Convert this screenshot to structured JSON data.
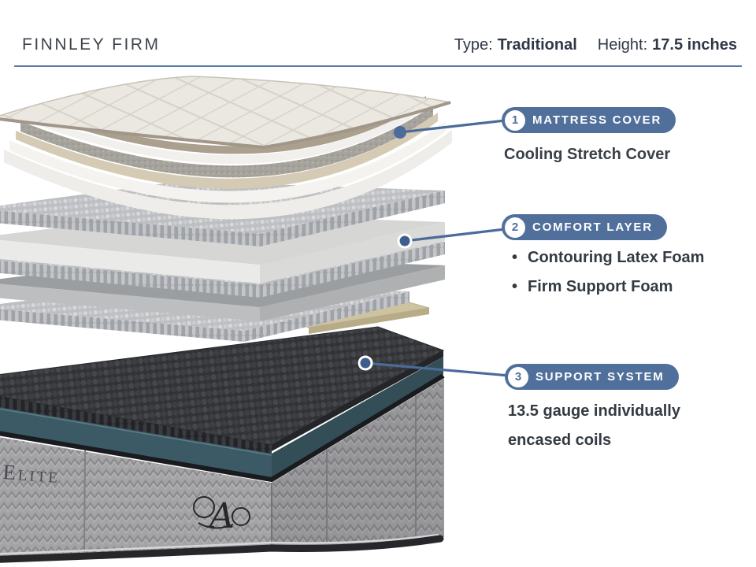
{
  "header": {
    "title": "FINNLEY FIRM",
    "specs": [
      {
        "label": "Type:",
        "value": "Traditional"
      },
      {
        "label": "Height:",
        "value": "17.5 inches"
      }
    ]
  },
  "callouts": [
    {
      "number": "1",
      "label": "MATTRESS COVER",
      "description": "Cooling Stretch Cover"
    },
    {
      "number": "2",
      "label": "COMFORT LAYER",
      "bullets": [
        "Contouring Latex Foam",
        "Firm Support Foam"
      ]
    },
    {
      "number": "3",
      "label": "SUPPORT SYSTEM",
      "description": "13.5 gauge individually encased coils"
    }
  ],
  "mattress": {
    "side_brand": "Elite",
    "monogram": "A"
  },
  "colors": {
    "accent_pill": "#50709b",
    "callout_line": "#4b6b9b",
    "divider": "#587aa6",
    "title_text": "#3e434b",
    "body_text": "#363c44",
    "teal_band": "#3c5a65",
    "charcoal_foam": "#323336",
    "fabric_gray": "#a4a4a6"
  }
}
